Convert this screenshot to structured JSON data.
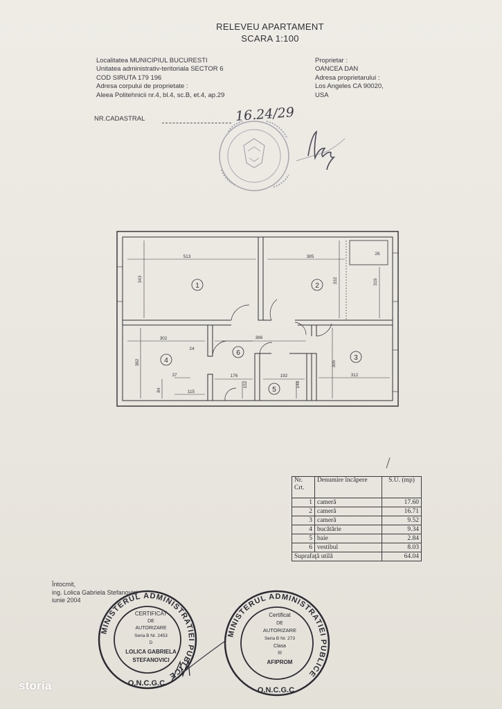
{
  "header": {
    "title": "RELEVEU APARTAMENT",
    "scale": "SCARA 1:100"
  },
  "info_left": [
    "Localitatea MUNICIPIUL BUCURESTI",
    "Unitatea administrativ-teritoriala   SECTOR  6",
    "COD SIRUTA 179 196",
    "Adresa corpului de proprietate :",
    "Aleea Politehnicii nr.4, bl.4, sc.B, et.4, ap.29"
  ],
  "info_right": [
    "Proprietar :",
    "OANCEA DAN",
    "Adresa proprietarului :",
    "Los Angeles CA 90020,",
    "USA"
  ],
  "cadastral": {
    "label": "NR.CADASTRAL",
    "value": "16.24/29"
  },
  "plan": {
    "dimensions": [
      "513",
      "343",
      "385",
      "332",
      "319",
      "26",
      "302",
      "382",
      "24",
      "386",
      "37",
      "115",
      "84",
      "176",
      "152",
      "192",
      "148",
      "305",
      "312"
    ],
    "rooms": [
      "1",
      "2",
      "3",
      "4",
      "5",
      "6"
    ]
  },
  "rooms_table": {
    "headers": {
      "nr": "Nr. Crt.",
      "name": "Denumire încăpere",
      "su": "S.U. (mp)"
    },
    "rows": [
      {
        "nr": "1",
        "name": "cameră",
        "su": "17.60"
      },
      {
        "nr": "2",
        "name": "cameră",
        "su": "16.71"
      },
      {
        "nr": "3",
        "name": "cameră",
        "su": "9.52"
      },
      {
        "nr": "4",
        "name": "bucătărie",
        "su": "9.34"
      },
      {
        "nr": "5",
        "name": "baie",
        "su": "2.84"
      },
      {
        "nr": "6",
        "name": "vestibul",
        "su": "8.03"
      }
    ],
    "total_label": "Suprafaţă utilă",
    "total_value": "64.04"
  },
  "footer": {
    "line1": "Întocmit,",
    "line2": "ing. Lolica Gabriela Stefanovici",
    "line3": "iunie 2004"
  },
  "stamp_left": {
    "ring": "MINISTERUL ADMINISTRATIEI PUBLICE",
    "bottom": "O.N.C.G.C.",
    "lines": [
      "CERTIFICAT",
      "DE",
      "AUTORIZARE",
      "Seria B  Nr. 2453",
      "D",
      "LOLICA GABRIELA",
      "STEFANOVICI"
    ]
  },
  "stamp_right": {
    "ring": "MINISTERUL ADMINISTRATIEI PUBLICE",
    "bottom": "O.N.C.G.C.",
    "lines": [
      "Certificat",
      "DE",
      "AUTORIZARE",
      "Seria B  Nr. 273",
      "Clasa",
      "III",
      "AFIPROM"
    ]
  },
  "brand": {
    "logo": "storia"
  }
}
